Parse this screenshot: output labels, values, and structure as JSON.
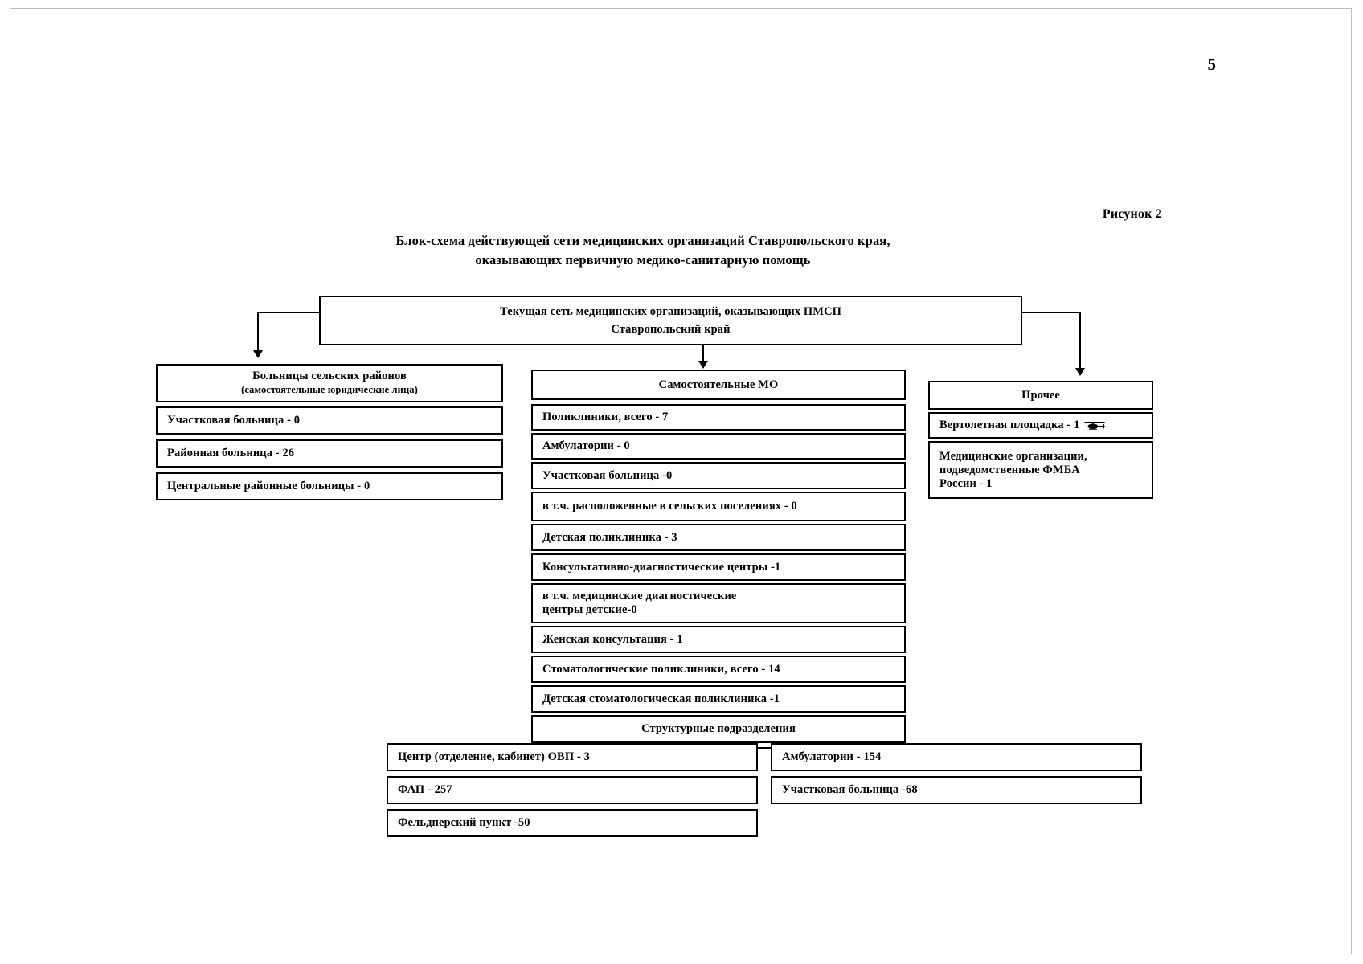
{
  "page": {
    "number": "5",
    "figure_label": "Рисунок 2",
    "title_line1": "Блок-схема действующей сети медицинских организаций Ставропольского края,",
    "title_line2": "оказывающих первичную медико-санитарную помощь"
  },
  "root": {
    "line1": "Текущая сеть медицинских организаций, оказывающих ПМСП",
    "line2": "Ставропольский край"
  },
  "columns": {
    "rural": {
      "header_line1": "Больницы сельских районов",
      "header_line2": "(самостоятельные юридические лица)",
      "items": [
        "Участковая больница - 0",
        "Районная больница - 26",
        "Центральные районные больницы - 0"
      ]
    },
    "independent": {
      "header": "Самостоятельные МО",
      "items": [
        "Поликлиники, всего - 7",
        "Амбулатории - 0",
        "Участковая больница -0",
        "в т.ч. расположенные в сельских поселениях - 0",
        "Детская поликлиника - 3",
        "Консультативно-диагностические центры -1",
        "в т.ч. медицинские диагностические\nцентры детские-0",
        "Женская консультация - 1",
        "Стоматологические поликлиники, всего - 14",
        "Детская стоматологическая поликлиника -1"
      ]
    },
    "other": {
      "header": "Прочее",
      "items": [
        "Вертолетная площадка - 1",
        "Медицинские организации,\nподведомственные ФМБА\nРоссии - 1"
      ],
      "helicopter_icon": "helicopter-icon"
    }
  },
  "structural": {
    "header": "Структурные подразделения",
    "left_items": [
      "Центр (отделение, кабинет) ОВП - 3",
      "ФАП - 257",
      "Фельдперский пункт -50"
    ],
    "right_items": [
      "Амбулатории - 154",
      "Участковая больница -68"
    ]
  },
  "colors": {
    "ink": "#000000",
    "paper": "#ffffff"
  }
}
